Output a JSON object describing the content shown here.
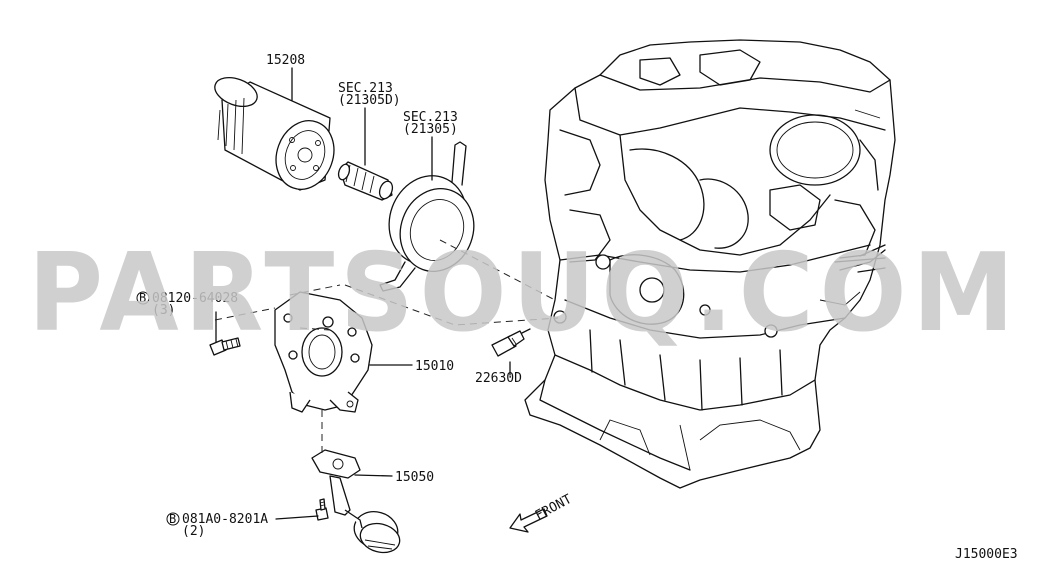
{
  "watermark": "PARTSOUQ.COM",
  "diagram_id": "J15000E3",
  "front_label": "FRONT",
  "callouts": {
    "oil_filter": "15208",
    "sec_213_a_title": "SEC.213",
    "sec_213_a_code": "(21305D)",
    "sec_213_b_title": "SEC.213",
    "sec_213_b_code": "(21305)",
    "bolt_a_code": "08120-64028",
    "bolt_a_qty": "(3)",
    "oil_pump": "15010",
    "sensor": "22630D",
    "strainer": "15050",
    "bolt_b_code": "081A0-8201A",
    "bolt_b_qty": "(2)",
    "bolt_marker": "B"
  }
}
